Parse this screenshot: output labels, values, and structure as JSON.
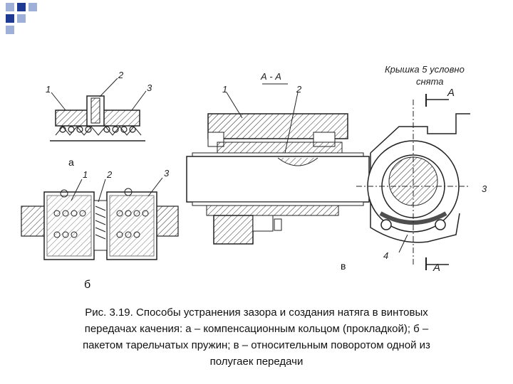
{
  "figure": {
    "labels": {
      "a": "а",
      "b": "б",
      "v": "в",
      "section": "А - А",
      "cover_note_line1": "Крышка 5 условно",
      "cover_note_line2": "снята",
      "arrow_a_top": "А",
      "arrow_a_bottom": "А"
    },
    "callouts": {
      "a_1": "1",
      "a_2": "2",
      "a_3": "3",
      "b_1": "1",
      "b_2": "2",
      "b_3": "3",
      "v_1": "1",
      "v_2": "2",
      "v_3": "3",
      "v_4": "4"
    }
  },
  "caption": {
    "line1": "Рис. 3.19. Способы устранения зазора и создания натяга в винтовых",
    "line2": "передачах качения: а – компенсационным кольцом (прокладкой); б –",
    "line3": "пакетом тарельчатых пружин; в – относительным поворотом одной из",
    "line4": "полугаек передачи"
  },
  "colors": {
    "corner_accent": "#1f3a93",
    "corner_light": "#9fb0d8"
  }
}
